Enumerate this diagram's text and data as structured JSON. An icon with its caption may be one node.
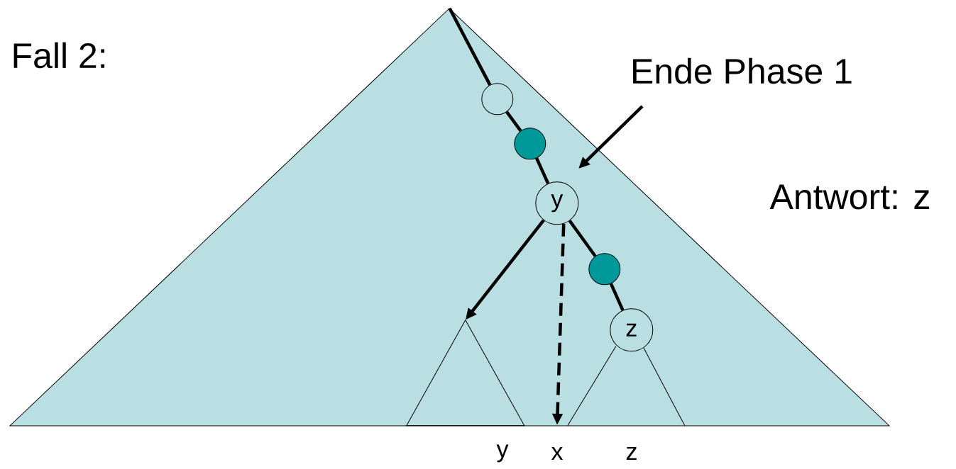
{
  "diagram": {
    "title": "Fall 2:",
    "nodes": [
      {
        "text": [],
        "shape": "triangle"
      },
      {
        "text": [],
        "shape": "circle",
        "in": 0
      },
      {
        "text": [],
        "shape": "circle",
        "in": 0
      },
      {
        "text": [
          "y"
        ],
        "in": 0
      },
      {
        "text": [],
        "shape": "circle",
        "in": 0
      },
      {
        "text": [
          "z"
        ],
        "in": 0
      },
      {
        "text": [],
        "shape": "triangle",
        "in": 0
      },
      {
        "text": [],
        "shape": "triangle",
        "in": 0
      },
      {
        "text": [
          "Ende Phase 1"
        ]
      }
    ],
    "edges": [
      {
        "from": 0,
        "to": 1,
        "arrow": "none"
      },
      {
        "from": 1,
        "to": 2,
        "arrow": "none"
      },
      {
        "from": 2,
        "to": 3,
        "arrow": "none"
      },
      {
        "from": 3,
        "to": 4,
        "arrow": "none"
      },
      {
        "from": 4,
        "to": 5,
        "arrow": "none"
      },
      {
        "from": 3,
        "to": 6,
        "arrow": "to"
      },
      {
        "from": 3,
        "to": null,
        "arrow": "to",
        "style": "dashed"
      },
      {
        "from": 8,
        "to": null,
        "arrow": "to"
      }
    ],
    "labels": [
      "Antwort: z",
      "y",
      "x",
      "z"
    ]
  }
}
